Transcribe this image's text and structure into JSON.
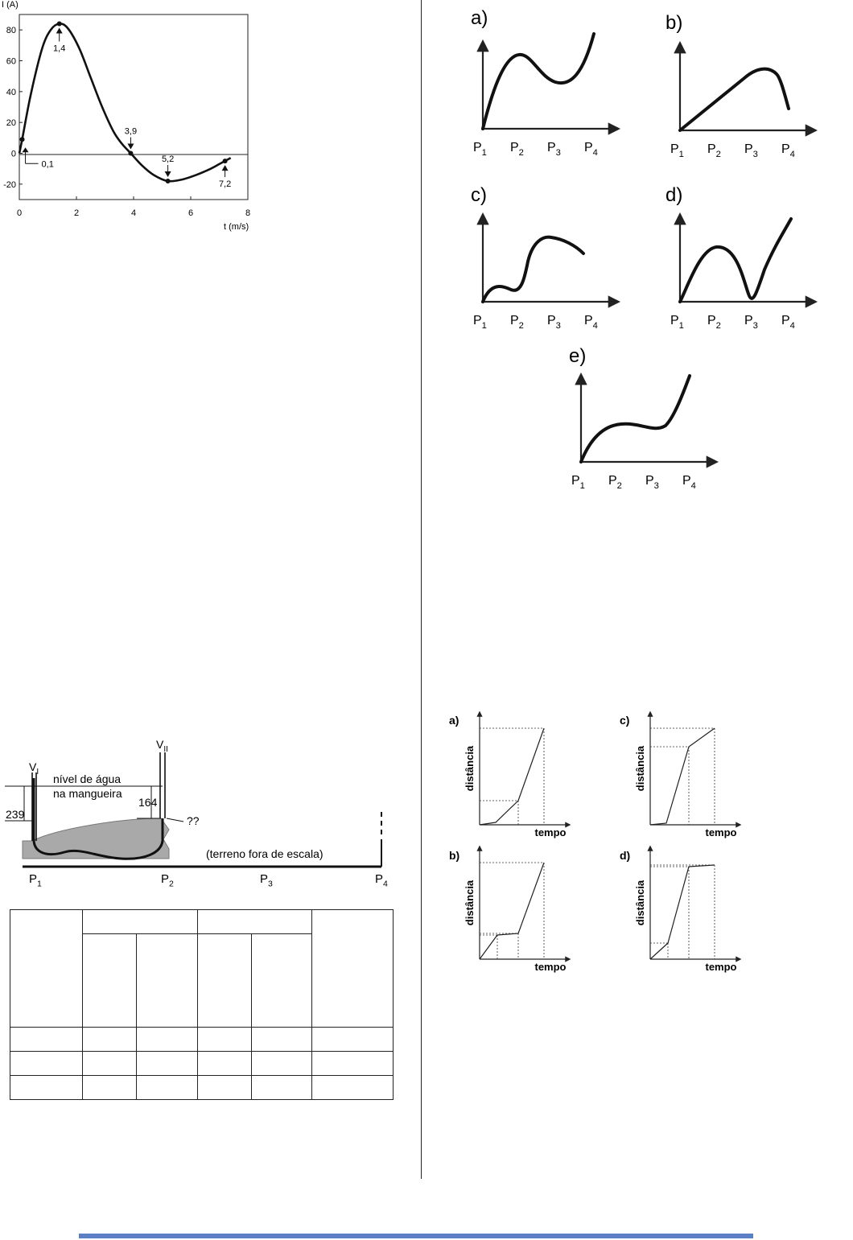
{
  "current_chart": {
    "y_label": "I (A)",
    "x_label": "t (m/s)",
    "x_ticks": [
      "0",
      "2",
      "4",
      "6",
      "8"
    ],
    "y_ticks": [
      "80",
      "60",
      "40",
      "20",
      "0",
      "-20"
    ],
    "annotations": [
      {
        "label": "0,1",
        "t": 0.1,
        "i": 9
      },
      {
        "label": "1,4",
        "t": 1.4,
        "i": 84
      },
      {
        "label": "3,9",
        "t": 3.9,
        "i": 0
      },
      {
        "label": "5,2",
        "t": 5.2,
        "i": -18
      },
      {
        "label": "7,2",
        "t": 7.2,
        "i": -5
      }
    ]
  },
  "chart_data": [
    {
      "type": "line",
      "xlabel": "t (m/s)",
      "ylabel": "I (A)",
      "xlim": [
        0,
        8
      ],
      "ylim": [
        -30,
        90
      ],
      "x": [
        0,
        0.1,
        0.4,
        0.8,
        1.1,
        1.4,
        1.7,
        2.1,
        2.5,
        2.9,
        3.3,
        3.6,
        3.9,
        4.3,
        4.7,
        5.2,
        5.7,
        6.2,
        6.7,
        7.0,
        7.2,
        7.4
      ],
      "y": [
        0,
        9,
        38,
        68,
        80,
        84,
        81,
        68,
        49,
        30,
        14,
        6,
        0,
        -8,
        -14,
        -18,
        -17,
        -14,
        -10,
        -7,
        -5,
        -3
      ]
    }
  ],
  "option_graphs": {
    "x_labels": [
      "P1",
      "P2",
      "P3",
      "P4"
    ],
    "items": [
      {
        "label": "a)"
      },
      {
        "label": "b)"
      },
      {
        "label": "c)"
      },
      {
        "label": "d)"
      },
      {
        "label": "e)"
      }
    ]
  },
  "hose_diagram": {
    "v1": "V",
    "v1_sub": "I",
    "v2": "V",
    "v2_sub": "II",
    "water_level_line1": "nível de água",
    "water_level_line2": "na mangueira",
    "height_left": "239",
    "height_right": "164",
    "unknown": "??",
    "terrain_note": "(terreno fora de escala)",
    "points": [
      "P1",
      "P2",
      "P3",
      "P4"
    ]
  },
  "distance_graphs": {
    "y_label": "distância",
    "x_label": "tempo",
    "items": [
      {
        "label": "a)"
      },
      {
        "label": "c)"
      },
      {
        "label": "b)"
      },
      {
        "label": "d)"
      }
    ]
  }
}
